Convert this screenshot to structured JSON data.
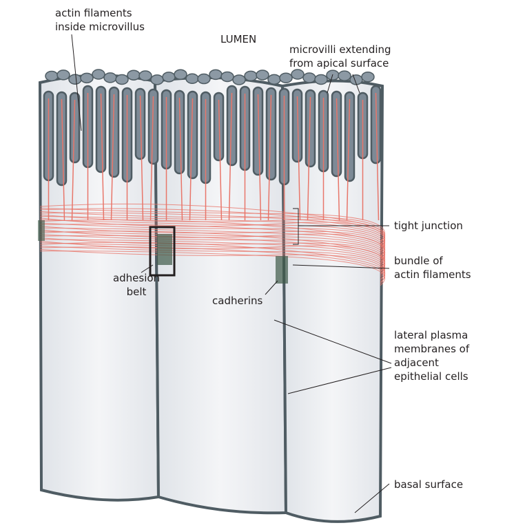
{
  "title": "LUMEN",
  "labels": {
    "actin_microvillus": [
      "actin filaments",
      "inside microvillus"
    ],
    "microvilli": [
      "microvilli extending",
      "from apical surface"
    ],
    "tight_junction": "tight junction",
    "bundle": [
      "bundle of",
      "actin filaments"
    ],
    "adhesion_belt": [
      "adhesion",
      "belt"
    ],
    "cadherins": "cadherins",
    "lateral": [
      "lateral plasma",
      "membranes of",
      "adjacent",
      "epithelial cells"
    ],
    "basal": "basal surface"
  },
  "colors": {
    "membrane": "#4f5c63",
    "microvillus": "#7d8a96",
    "actin": "#e8766a",
    "cytoplasm": "#eef0f3",
    "cadherin": "#3e5a48"
  }
}
